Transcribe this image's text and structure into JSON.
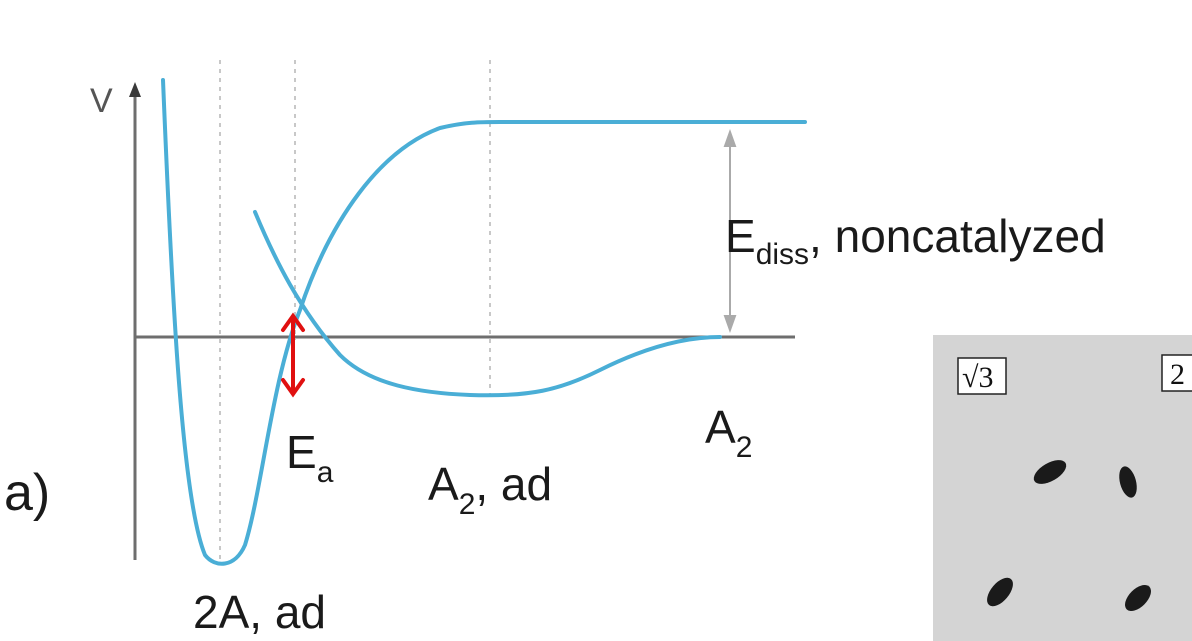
{
  "panel_label": "a)",
  "axis_label": "V",
  "labels": {
    "ediss_main": "E",
    "ediss_sub": "diss",
    "ediss_rest": ", noncatalyzed",
    "ea_main": "E",
    "ea_sub": "a",
    "a2_main": "A",
    "a2_sub": "2",
    "a2ad_main": "A",
    "a2ad_sub": "2",
    "a2ad_rest": ", ad",
    "twoA": "2A, ad"
  },
  "stm_image": {
    "label_left": "√3",
    "label_right": "2"
  },
  "colors": {
    "curve": "#4aaed6",
    "axis": "#6e6e6e",
    "arrow": "#e01010",
    "guide": "#c8c8c8",
    "stm_bg": "#cfcfcf"
  }
}
